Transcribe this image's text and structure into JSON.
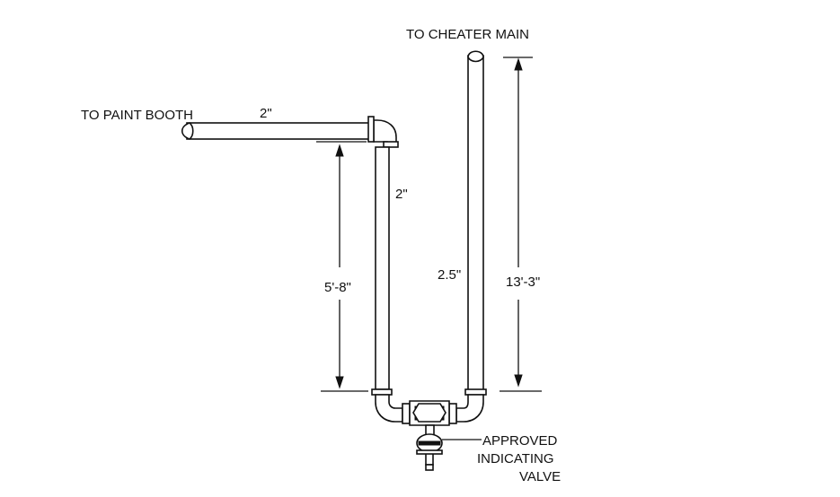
{
  "labels": {
    "cheater_main": "TO CHEATER MAIN",
    "paint_booth": "TO PAINT BOOTH",
    "size_horizontal": "2\"",
    "size_vertical_left": "2\"",
    "size_vertical_right": "2.5\"",
    "dim_left": "5'-8\"",
    "dim_right": "13'-3\"",
    "valve_line1": "APPROVED",
    "valve_line2": "INDICATING",
    "valve_line3": "VALVE"
  }
}
